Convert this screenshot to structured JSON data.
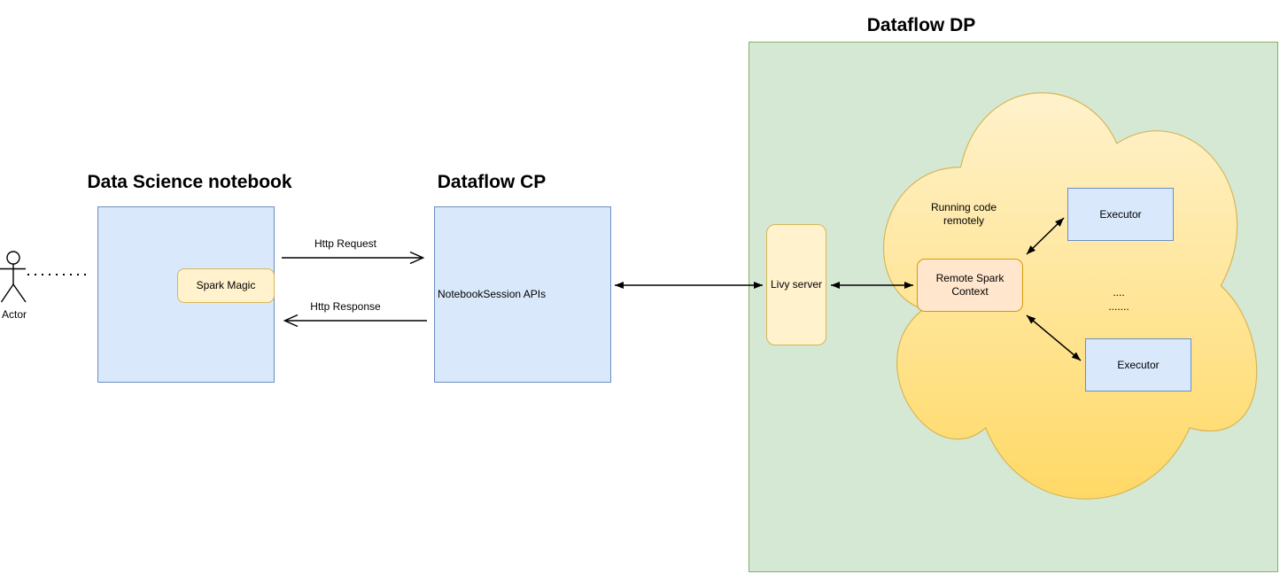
{
  "colors": {
    "background": "#ffffff",
    "text": "#000000",
    "line": "#000000",
    "blue-fill": "#dae8fc",
    "blue-stroke": "#6c8ebf",
    "yellow-fill": "#fff2cc",
    "yellow-stroke": "#d6b656",
    "green-fill": "#d5e8d4",
    "green-stroke": "#82b366",
    "orange-fill": "#ffe6cc",
    "orange-stroke": "#d79b00",
    "cloud-top": "#fff2cc",
    "cloud-bottom": "#ffd966",
    "cloud-stroke": "#d6b656"
  },
  "actor": {
    "label": "Actor"
  },
  "notebook": {
    "title": "Data Science notebook",
    "spark_magic": "Spark Magic"
  },
  "cp": {
    "title": "Dataflow CP",
    "label": "NotebookSession APIs"
  },
  "dp": {
    "title": "Dataflow DP",
    "livy": "Livy server",
    "running_code": "Running code remotely",
    "rsc": "Remote Spark Context",
    "executor_top": "Executor",
    "executor_bottom": "Executor",
    "dots_top": "....",
    "dots_bottom": "......."
  },
  "edges": {
    "request": "Http Request",
    "response": "Http Response"
  }
}
